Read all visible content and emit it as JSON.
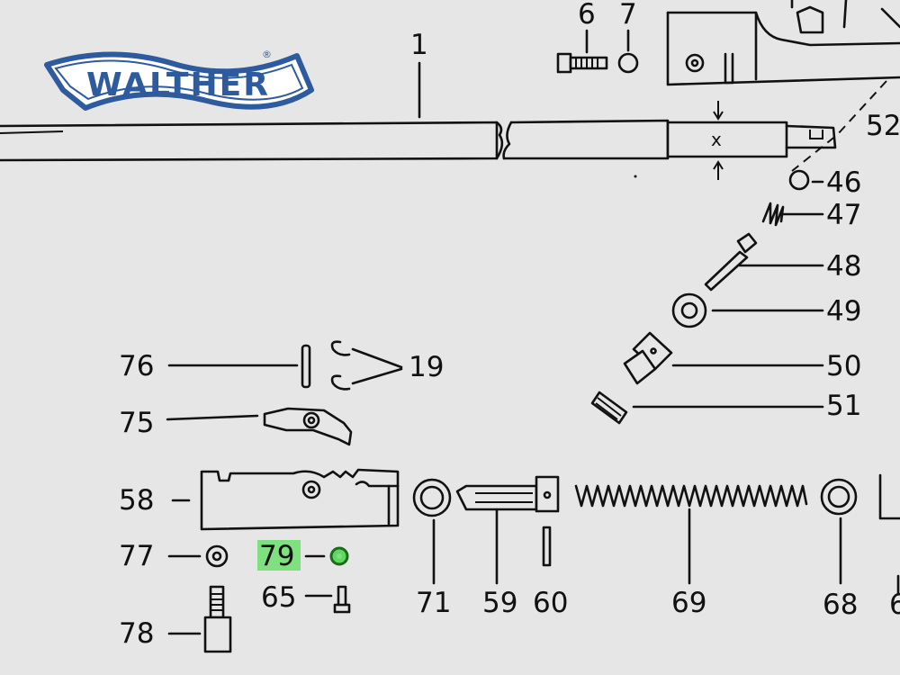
{
  "brand": {
    "logo_text": "WALTHER",
    "registered": "®",
    "logo_color": "#2d5b9e"
  },
  "highlight_color": "#7ee07e",
  "callouts": {
    "c1": "1",
    "c6": "6",
    "c7": "7",
    "c52": "52",
    "c46": "46",
    "c47": "47",
    "c48": "48",
    "c49": "49",
    "c50": "50",
    "c51": "51",
    "c19": "19",
    "c76": "76",
    "c75": "75",
    "c58": "58",
    "c77": "77",
    "c79": "79",
    "c65": "65",
    "c78": "78",
    "c71": "71",
    "c59": "59",
    "c60": "60",
    "c69": "69",
    "c68": "68",
    "c6b": "6"
  },
  "barrel_mark": "x"
}
